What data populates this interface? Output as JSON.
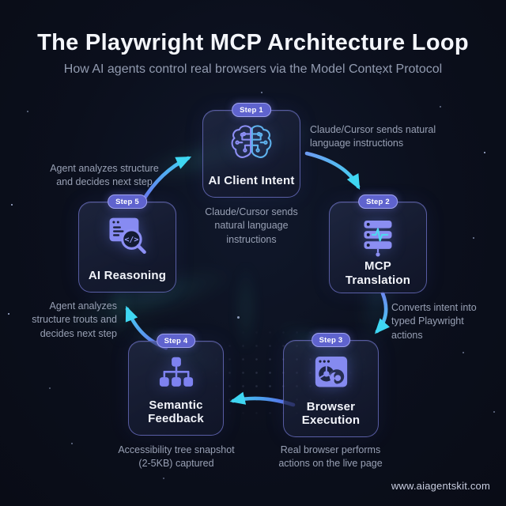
{
  "header": {
    "title": "The Playwright MCP Architecture Loop",
    "subtitle": "How AI agents control real browsers via the Model Context Protocol"
  },
  "steps": [
    {
      "badge": "Step 1",
      "label": "AI Client Intent",
      "icon": "brain-circuit-icon"
    },
    {
      "badge": "Step 2",
      "label": "MCP Translation",
      "icon": "server-stack-icon"
    },
    {
      "badge": "Step 3",
      "label": "Browser\nExecution",
      "icon": "browser-logos-icon"
    },
    {
      "badge": "Step 4",
      "label": "Semantic\nFeedback",
      "icon": "tree-hierarchy-icon"
    },
    {
      "badge": "Step 5",
      "label": "AI Reasoning",
      "icon": "code-search-icon"
    }
  ],
  "annotations": {
    "step1_to_step2": "Claude/Cursor sends natural\nlanguage instructions",
    "step5_to_step1": "Agent analyzes structure\nand decides next step",
    "center": "Claude/Cursor sends\nnatural language\ninstructions",
    "step2_to_step3": "Converts intent into\ntyped Playwright\nactions",
    "step4_to_step5": "Agent analyzes\nstructure trouts and\ndecides next step",
    "step3_caption": "Real browser performs\nactions on the live page",
    "step4_caption": "Accessibility tree snapshot\n(2-5KB) captured"
  },
  "footer": {
    "url": "www.aiagentskit.com"
  },
  "colors": {
    "background": "#0a0e1a",
    "card_border": "#8689f0",
    "badge_background": "#5f63ce",
    "badge_border": "#9fa2ef",
    "arrow_head": "#3fd7f2",
    "arrow_tail": "#6d6ff0",
    "icon_purple": "#8b8ef2",
    "icon_cyan": "#4fd8f0",
    "text_primary": "#f2f4fa",
    "text_muted": "#98a0b4"
  }
}
